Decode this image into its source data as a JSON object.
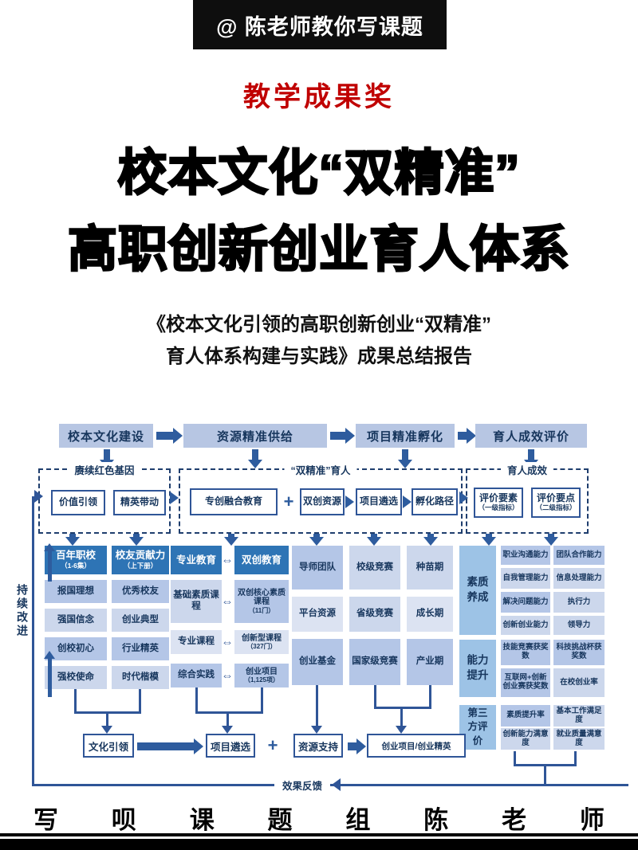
{
  "page": {
    "badge": "@ 陈老师教你写课题",
    "award": "教学成果奖",
    "title1": "校本文化“双精准”",
    "title2": "高职创新创业育人体系",
    "subtitle1": "《校本文化引领的高职创新创业“双精准”",
    "subtitle2": "育人体系构建与实践》成果总结报告"
  },
  "colors": {
    "accent_blue": "#2e5c9e",
    "line_blue": "#2f5597",
    "navy_text": "#17365d",
    "header_blue": "#2e74b5",
    "cell_light": "#b4c6e7",
    "panel_label_blue": "#9dc3e6",
    "award_red": "#c00000",
    "badge_black": "#0e0e0e"
  },
  "diagram": {
    "top_flow": [
      {
        "label": "校本文化建设"
      },
      {
        "label": "资源精准供给"
      },
      {
        "label": "项目精准孵化"
      },
      {
        "label": "育人成效评价"
      }
    ],
    "left_rail": {
      "label": "持续改进"
    },
    "groups": {
      "red_gene": {
        "label": "赓续红色基因",
        "item1": "价值引领",
        "item2": "精英带动"
      },
      "dual_precision": {
        "label": "“双精准”育人",
        "item1": "专创融合教育",
        "plus": "+",
        "item2": "双创资源",
        "item3": "项目遴选",
        "item4": "孵化路径"
      },
      "outcome": {
        "label": "育人成效",
        "item1": {
          "t": "评价要素",
          "s": "（一级指标）"
        },
        "item2": {
          "t": "评价要点",
          "s": "（二级指标）"
        }
      }
    },
    "columns": [
      {
        "header": {
          "t": "百年职校",
          "s": "（1-6集）"
        },
        "cells": [
          "报国理想",
          "强国信念",
          "创校初心",
          "强校使命"
        ]
      },
      {
        "header": {
          "t": "校友贡献力",
          "s": "（上下册）"
        },
        "cells": [
          "优秀校友",
          "创业典型",
          "行业精英",
          "时代楷模"
        ]
      },
      {
        "header": {
          "t": "专业教育"
        },
        "cells": [
          {
            "t": "基础素质课程"
          },
          {
            "t": "专业课程"
          },
          {
            "t": "综合实践"
          }
        ]
      },
      {
        "header": {
          "t": "双创教育"
        },
        "cells": [
          {
            "t": "双创核心素质课程",
            "s": "（11门）"
          },
          {
            "t": "创新型课程",
            "s": "（327门）"
          },
          {
            "t": "创业项目",
            "s": "（1,125项）"
          }
        ]
      },
      {
        "cells": [
          "导师团队",
          "平台资源",
          "创业基金"
        ]
      },
      {
        "cells": [
          "校级竞赛",
          "省级竞赛",
          "国家级竞赛"
        ]
      },
      {
        "cells": [
          "种苗期",
          "成长期",
          "产业期"
        ]
      }
    ],
    "link_symbol": "⇔",
    "panels": [
      {
        "label": "素质养成",
        "rows": [
          [
            "职业沟通能力",
            "团队合作能力"
          ],
          [
            "自我管理能力",
            "信息处理能力"
          ],
          [
            "解决问题能力",
            "执行力"
          ],
          [
            "创新创业能力",
            "领导力"
          ]
        ]
      },
      {
        "label": "能力提升",
        "rows": [
          [
            "技能竞赛获奖数",
            "科技挑战杯获奖数"
          ],
          [
            "互联网+创新创业赛获奖数",
            "在校创业率"
          ]
        ]
      },
      {
        "label": "第三方评价",
        "rows": [
          [
            "素质提升率",
            "基本工作满足度"
          ],
          [
            "创新能力满意度",
            "就业质量满意度"
          ]
        ]
      }
    ],
    "bottom_flow": {
      "b1": "文化引领",
      "b2": "项目遴选",
      "plus": "+",
      "b3": "资源支持",
      "b4": "创业项目/创业精英"
    },
    "feedback": "效果反馈"
  },
  "footer": {
    "chars": [
      "写",
      "呗",
      "课",
      "题",
      "组",
      "陈",
      "老",
      "师"
    ]
  }
}
